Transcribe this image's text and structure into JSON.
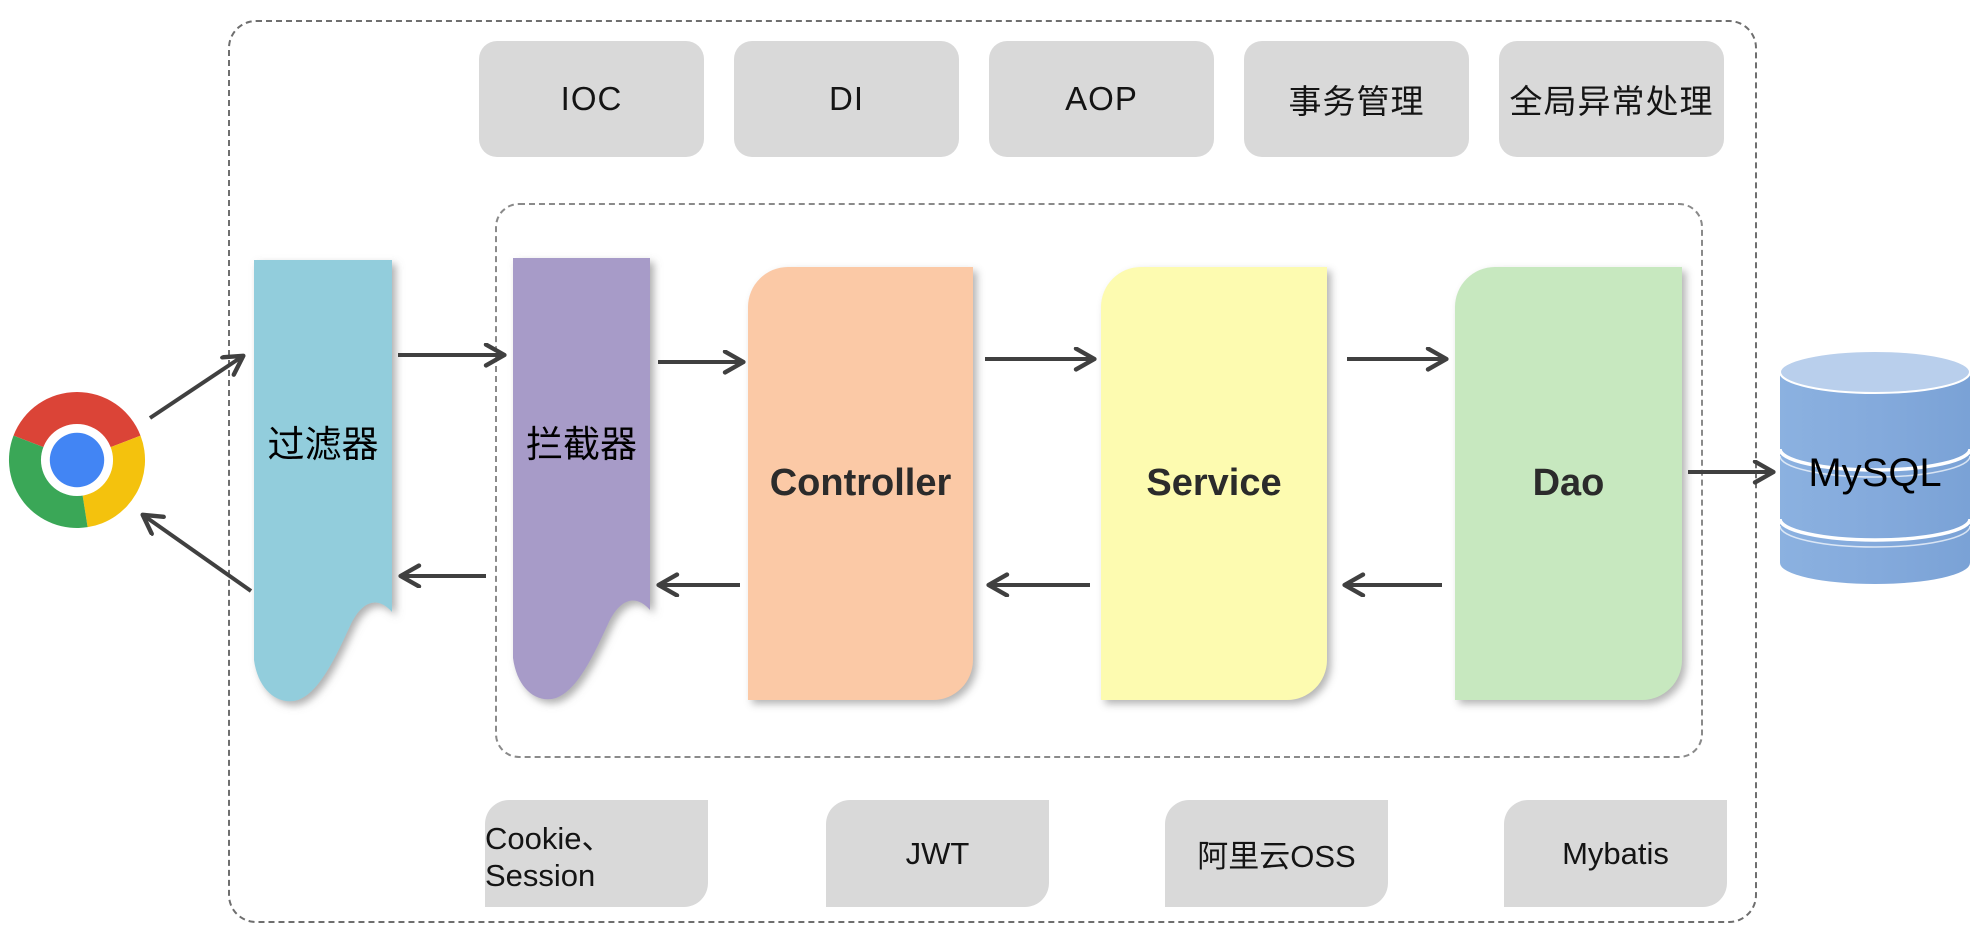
{
  "capabilities": [
    "IOC",
    "DI",
    "AOP",
    "事务管理",
    "全局异常处理"
  ],
  "technologies": [
    "Cookie、Session",
    "JWT",
    "阿里云OSS",
    "Mybatis"
  ],
  "pipeline": {
    "filter": "过滤器",
    "interceptor": "拦截器",
    "controller": "Controller",
    "service": "Service",
    "dao": "Dao"
  },
  "database": {
    "label": "MySQL"
  },
  "icons": {
    "browser": "chrome-browser-icon",
    "database": "database-cylinder-icon"
  },
  "colors": {
    "capability_box": "#d9d9d9",
    "filter": "#92cddc",
    "interceptor": "#a79bc8",
    "controller": "#fbc9a6",
    "service": "#fdfbb0",
    "dao": "#c7e8bf",
    "database_body": "#84aadc",
    "database_top": "#b9cfec",
    "arrow": "#404040",
    "chrome_red": "#db4437",
    "chrome_yellow": "#f4c20d",
    "chrome_green": "#3aa757",
    "chrome_blue": "#4285f4"
  }
}
